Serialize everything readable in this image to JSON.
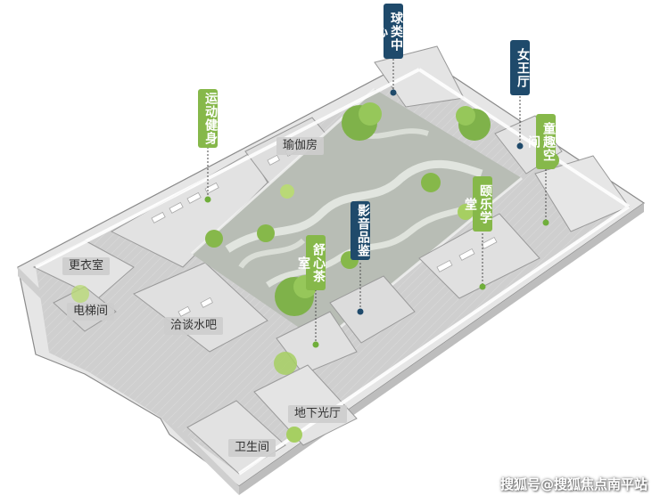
{
  "labels": {
    "ball_center": "球类中心",
    "queen_hall": "女王厅",
    "kids_space": "童趣空间",
    "fitness": "运动健身",
    "yoga": "瑜伽房",
    "elder_school": "颐乐学堂",
    "cinema": "影音品鉴",
    "tea_room": "舒心茶室",
    "changing_room": "更衣室",
    "elevator_hall": "电梯间",
    "water_bar": "洽谈水吧",
    "basement_hall": "地下光厅",
    "restroom": "卫生间"
  },
  "watermark": "搜狐号@搜狐焦点南平站",
  "colors": {
    "tag_green": "#86b84a",
    "tag_navy": "#1f4a6b",
    "marker_green": "#6fae3a",
    "marker_navy": "#1f4a6b"
  }
}
